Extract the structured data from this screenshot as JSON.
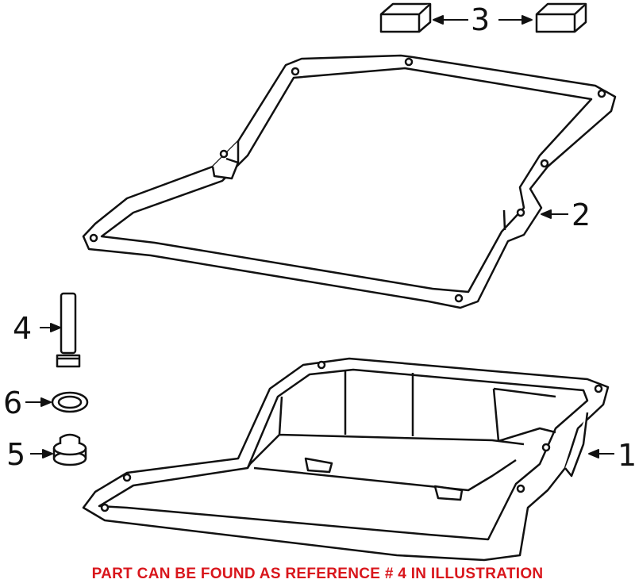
{
  "callouts": {
    "c1": "1",
    "c2": "2",
    "c3": "3",
    "c4": "4",
    "c5": "5",
    "c6": "6"
  },
  "parts": [
    {
      "ref": "1",
      "item": "transmission-oil-pan"
    },
    {
      "ref": "2",
      "item": "oil-pan-gasket"
    },
    {
      "ref": "3",
      "item": "pan-magnet"
    },
    {
      "ref": "4",
      "item": "pan-bolt"
    },
    {
      "ref": "5",
      "item": "drain-plug"
    },
    {
      "ref": "6",
      "item": "drain-plug-seal"
    }
  ],
  "note": {
    "text": "PART CAN BE FOUND AS REFERENCE # 4 IN ILLUSTRATION",
    "color": "#d9161c"
  }
}
